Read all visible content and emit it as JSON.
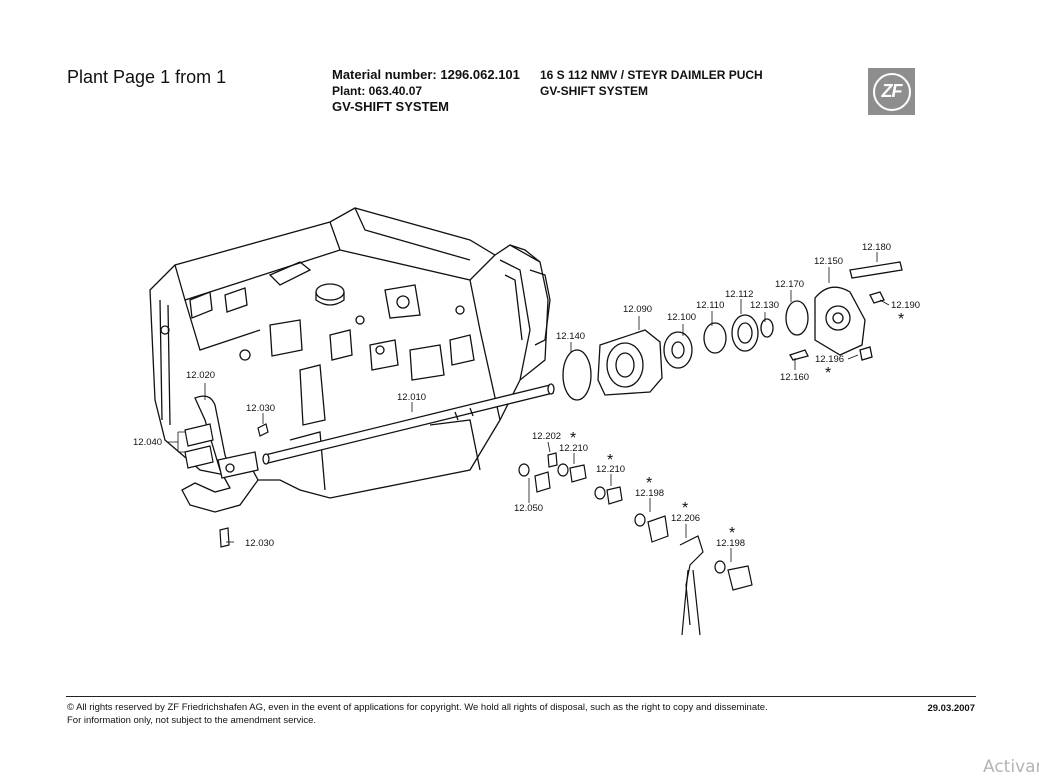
{
  "header": {
    "page_title": "Plant Page 1 from 1",
    "material_line": "Material number: 1296.062.101",
    "plant_line": "Plant: 063.40.07",
    "system_line": "GV-SHIFT SYSTEM",
    "model_line": "16 S 112 NMV / STEYR DAIMLER PUCH",
    "model_system_line": "GV-SHIFT SYSTEM",
    "logo_text": "ZF"
  },
  "parts": [
    {
      "id": "12.020"
    },
    {
      "id": "12.030"
    },
    {
      "id": "12.040"
    },
    {
      "id": "12.010"
    },
    {
      "id": "12.050"
    },
    {
      "id": "12.030"
    },
    {
      "id": "12.140"
    },
    {
      "id": "12.090"
    },
    {
      "id": "12.100"
    },
    {
      "id": "12.110"
    },
    {
      "id": "12.112"
    },
    {
      "id": "12.130"
    },
    {
      "id": "12.170"
    },
    {
      "id": "12.150"
    },
    {
      "id": "12.180"
    },
    {
      "id": "12.190"
    },
    {
      "id": "12.196"
    },
    {
      "id": "12.160"
    },
    {
      "id": "12.202"
    },
    {
      "id": "12.210"
    },
    {
      "id": "12.210"
    },
    {
      "id": "12.198"
    },
    {
      "id": "12.206"
    },
    {
      "id": "12.198"
    }
  ],
  "asterisk": "*",
  "footer": {
    "copyright": "© All rights reserved by ZF Friedrichshafen AG, even in the event of applications for copyright. We hold all rights of disposal, such as the right to copy and disseminate.",
    "info": "For information only, not subject to the amendment service.",
    "date": "29.03.2007"
  },
  "watermark": "Activar"
}
